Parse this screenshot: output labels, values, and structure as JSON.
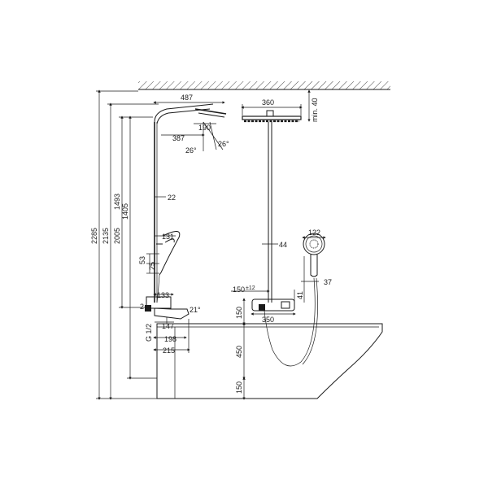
{
  "diagram": {
    "dimensions": {
      "d487": "487",
      "d360": "360",
      "d190": "190",
      "d387": "387",
      "d26a": "26°",
      "d26b": "26°",
      "dmin40": "min. 40",
      "d22": "22",
      "d2285": "2285",
      "d2135": "2135",
      "d2005": "2005",
      "d1493": "1493",
      "d1405": "1405",
      "d44": "44",
      "d122": "122",
      "d131": "131",
      "d53": "53",
      "d25": "25",
      "d37": "37",
      "d133": "133",
      "d150a": "150",
      "d12": "±12",
      "d41": "41",
      "d150b": "150",
      "d350": "350",
      "d21": "21°",
      "d147": "147",
      "dG12": "G 1/2",
      "d198": "198",
      "d215": "215",
      "d450": "450",
      "d150c": "150",
      "d2": "2"
    }
  }
}
